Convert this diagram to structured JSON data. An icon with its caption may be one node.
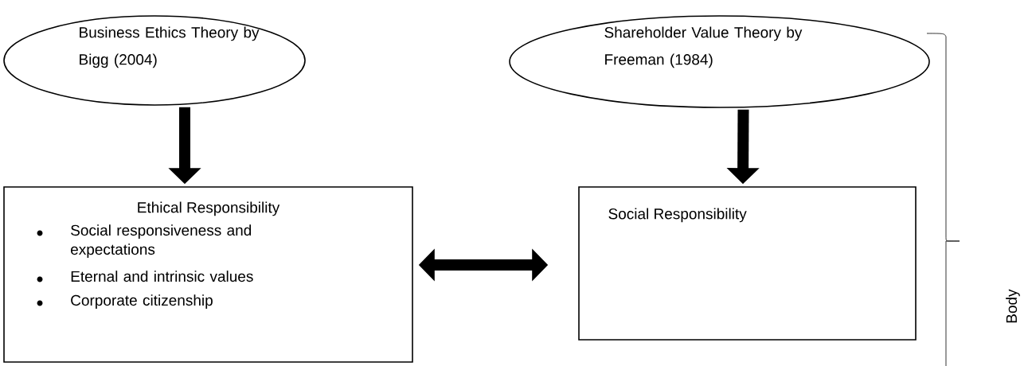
{
  "diagram": {
    "nodes": [
      {
        "text": [
          "Business Ethics Theory by Bigg  (2004)"
        ]
      },
      {
        "text": [
          "Ethical Responsibility",
          "Social responsiveness and expectations",
          "Eternal and intrinsic values",
          "Corporate citizenship"
        ]
      },
      {
        "text": [
          "Shareholder Value Theory by Freeman (1984)"
        ]
      },
      {
        "text": [
          "Social Responsibility"
        ]
      }
    ],
    "edges": [
      {
        "from": 0,
        "to": 1,
        "arrow": "to"
      },
      {
        "from": 2,
        "to": 3,
        "arrow": "to"
      },
      {
        "from": 1,
        "to": 3,
        "arrow": "both"
      }
    ],
    "labels": [
      "Body"
    ]
  }
}
